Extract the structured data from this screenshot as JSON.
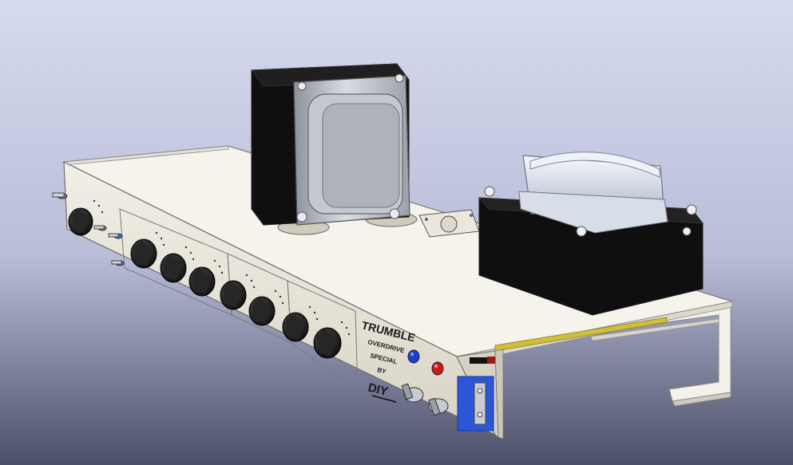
{
  "faceplate": {
    "brand": "TRUMBLE",
    "model_line1": "OVERDRIVE",
    "model_line2": "SPECIAL",
    "by": "BY",
    "maker": "DIY"
  },
  "colors": {
    "background_top": "#c9cfe6",
    "background_bottom": "#4a4f66",
    "chassis": "#f2efe4",
    "transformer_core": "#101010",
    "bell_metal": "#b9bfc9",
    "knob": "#1b1b1b",
    "led_blue": "#1f3fd0",
    "led_red": "#d01818",
    "jack_blue": "#2d55d8",
    "circuit_board": "#c9b63a"
  }
}
